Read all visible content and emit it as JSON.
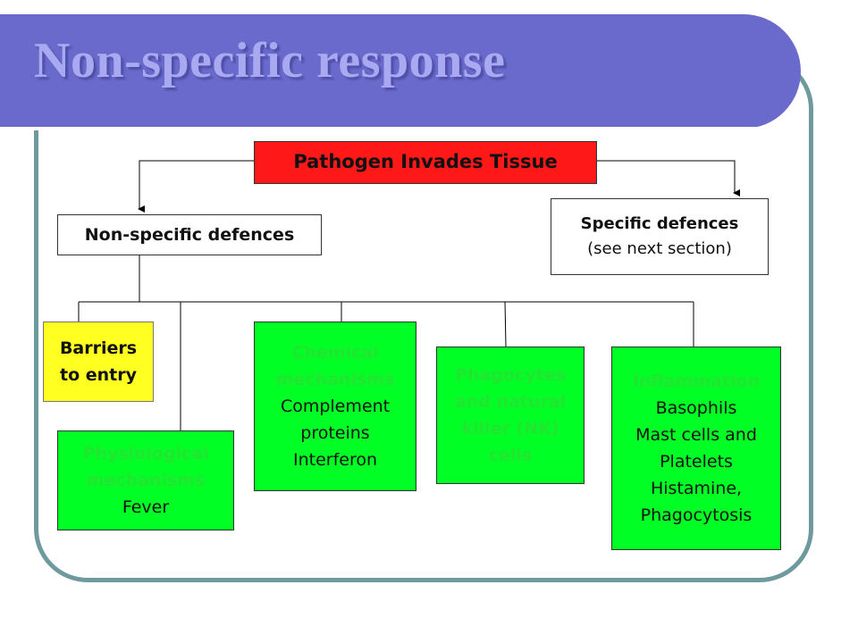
{
  "slide": {
    "title": "Non-specific response"
  },
  "diagram": {
    "root": "Pathogen Invades Tissue",
    "non_specific": "Non-specific defences",
    "specific": {
      "title": "Specific defences",
      "note": "(see next section)"
    },
    "barriers": [
      "Barriers",
      "to entry"
    ],
    "physiological": {
      "heading": [
        "Physiological",
        "mechanisms"
      ],
      "items": [
        "Fever"
      ]
    },
    "chemical": {
      "heading": [
        "Chemical",
        "mechanisms"
      ],
      "items": [
        "Complement",
        "proteins",
        "Interferon"
      ]
    },
    "phagocytes": {
      "heading": [
        "Phagocytes",
        "and natural",
        "killer (NK)",
        "cells"
      ]
    },
    "inflammation": {
      "heading": [
        "Inflammation"
      ],
      "items": [
        "Basophils",
        "Mast cells and",
        "Platelets",
        "Histamine,",
        "Phagocytosis"
      ]
    }
  },
  "colors": {
    "title_bar": "#6a6acc",
    "title_text": "#a9a9f2",
    "frame": "#6f9a9d",
    "root_box": "#ff1818",
    "barrier_box": "#ffff22",
    "mechanism_box": "#00ff24"
  }
}
